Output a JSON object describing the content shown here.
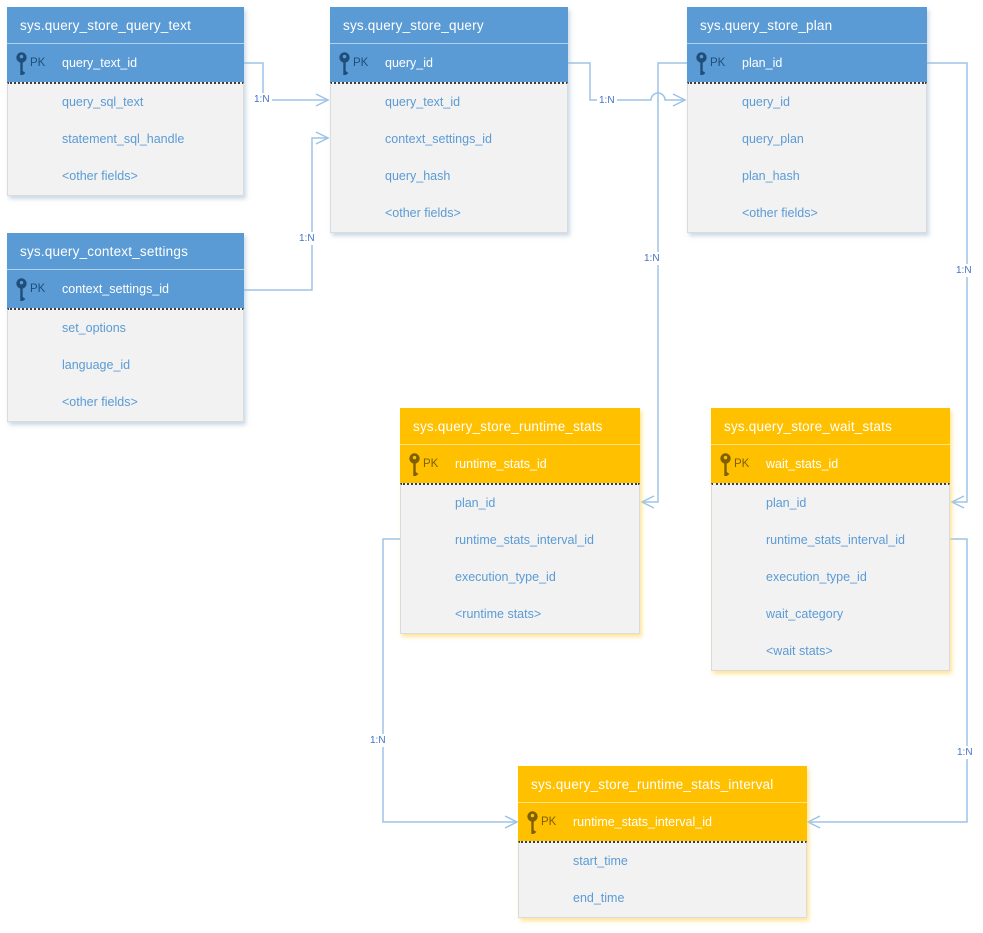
{
  "diagram": {
    "tables": [
      {
        "title": "sys.query_store_query_text",
        "pk_label": "PK",
        "pk_field": "query_text_id",
        "fields": [
          "query_sql_text",
          "statement_sql_handle",
          "<other fields>"
        ]
      },
      {
        "title": "sys.query_store_query",
        "pk_label": "PK",
        "pk_field": "query_id",
        "fields": [
          "query_text_id",
          "context_settings_id",
          "query_hash",
          "<other fields>"
        ]
      },
      {
        "title": "sys.query_store_plan",
        "pk_label": "PK",
        "pk_field": "plan_id",
        "fields": [
          "query_id",
          "query_plan",
          "plan_hash",
          "<other fields>"
        ]
      },
      {
        "title": "sys.query_context_settings",
        "pk_label": "PK",
        "pk_field": "context_settings_id",
        "fields": [
          "set_options",
          "language_id",
          "<other fields>"
        ]
      },
      {
        "title": "sys.query_store_runtime_stats",
        "pk_label": "PK",
        "pk_field": "runtime_stats_id",
        "fields": [
          "plan_id",
          "runtime_stats_interval_id",
          "execution_type_id",
          "<runtime stats>"
        ]
      },
      {
        "title": "sys.query_store_wait_stats",
        "pk_label": "PK",
        "pk_field": "wait_stats_id",
        "fields": [
          "plan_id",
          "runtime_stats_interval_id",
          "execution_type_id",
          "wait_category",
          "<wait stats>"
        ]
      },
      {
        "title": "sys.query_store_runtime_stats_interval",
        "pk_label": "PK",
        "pk_field": "runtime_stats_interval_id",
        "fields": [
          "start_time",
          "end_time"
        ]
      }
    ],
    "relationships": [
      {
        "label": "1:N",
        "from": "sys.query_store_query_text",
        "to": "sys.query_store_query"
      },
      {
        "label": "1:N",
        "from": "sys.query_context_settings",
        "to": "sys.query_store_query"
      },
      {
        "label": "1:N",
        "from": "sys.query_store_query",
        "to": "sys.query_store_plan"
      },
      {
        "label": "1:N",
        "from": "sys.query_store_plan",
        "to": "sys.query_store_runtime_stats"
      },
      {
        "label": "1:N",
        "from": "sys.query_store_plan",
        "to": "sys.query_store_wait_stats"
      },
      {
        "label": "1:N",
        "from": "sys.query_store_runtime_stats",
        "to": "sys.query_store_runtime_stats_interval"
      },
      {
        "label": "1:N",
        "from": "sys.query_store_wait_stats",
        "to": "sys.query_store_runtime_stats_interval"
      }
    ],
    "colors": {
      "blue_header": "#5B9BD5",
      "orange_header": "#FFC000",
      "body_background": "#F2F2F2",
      "field_text": "#5B9BD5",
      "connector_line": "#9DC3E6",
      "relationship_label_text": "#4472C4",
      "pk_icon_blue": "#1F4E79",
      "pk_icon_orange": "#7F6000"
    }
  }
}
